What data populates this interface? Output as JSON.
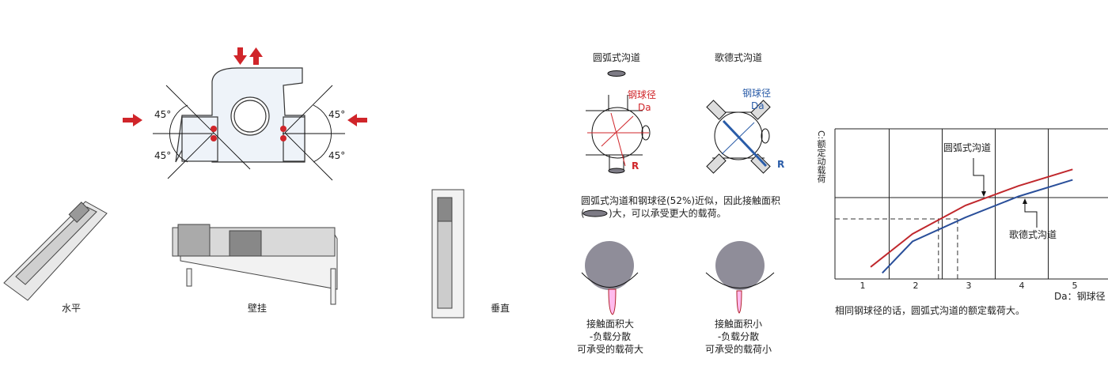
{
  "mounting": {
    "angles": [
      "45°",
      "45°",
      "45°",
      "45°"
    ],
    "labels": [
      "水平",
      "壁挂",
      "垂直"
    ]
  },
  "groove": {
    "circular_title": "圆弧式沟道",
    "gothic_title": "歌德式沟道",
    "ball_dia_label": "钢球径",
    "da_label": "Da",
    "r_label": "R",
    "note_line1": "圆弧式沟道和钢球径(52%)近似，因此接触面积",
    "note_line2_prefix": "(",
    "note_line2_suffix": ")大，可以承受更大的载荷。",
    "contact_large": [
      "接触面积大",
      "-负载分散",
      "可承受的载荷大"
    ],
    "contact_small": [
      "接触面积小",
      "-负载分散",
      "可承受的载荷小"
    ]
  },
  "colors": {
    "red": "#d0252a",
    "blue": "#2a5ca8",
    "gray": "#8f8d99"
  },
  "chart_data": {
    "type": "line",
    "title": "",
    "xlabel": "Da：钢球径",
    "ylabel": "C:额定动载荷",
    "xticks": [
      "1",
      "2",
      "3",
      "4",
      "5"
    ],
    "xlim": [
      0.5,
      6.1
    ],
    "ylim": [
      0,
      100
    ],
    "series": [
      {
        "name": "圆弧式沟道",
        "color": "#c0282d",
        "x": [
          1.15,
          1.94,
          2.94,
          3.94,
          4.96
        ],
        "y": [
          8,
          30,
          49,
          62,
          73
        ]
      },
      {
        "name": "歌德式沟道",
        "color": "#2a4f9a",
        "x": [
          1.37,
          1.94,
          2.94,
          3.94,
          4.96
        ],
        "y": [
          4,
          25,
          41,
          55,
          66
        ]
      }
    ],
    "reference_dashed": {
      "y": 40,
      "x": [
        2.43,
        2.79
      ]
    },
    "caption": "相同钢球径的话，圆弧式沟道的额定载荷大。"
  }
}
